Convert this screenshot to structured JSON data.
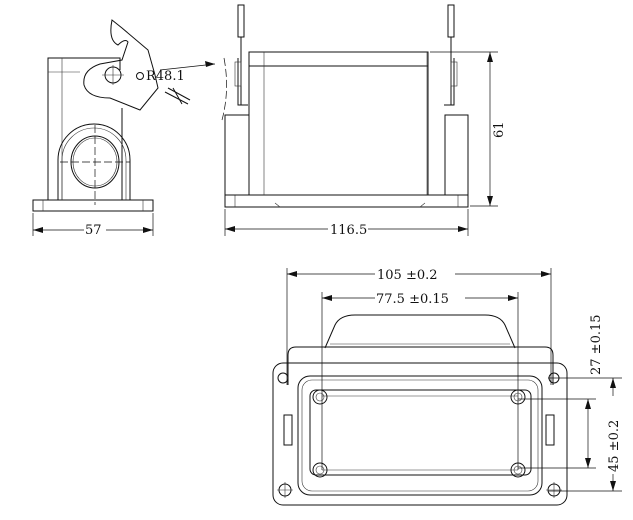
{
  "views": {
    "side": {
      "radius_label": "R48.1",
      "width_label": "57"
    },
    "front": {
      "width_label": "116.5",
      "height_label": "61"
    },
    "top": {
      "outer_width_label": "105 ±0.2",
      "inner_width_label": "77.5 ±0.15",
      "inner_height_label": "27 ±0.15",
      "outer_height_label": "45 ±0.2"
    }
  }
}
